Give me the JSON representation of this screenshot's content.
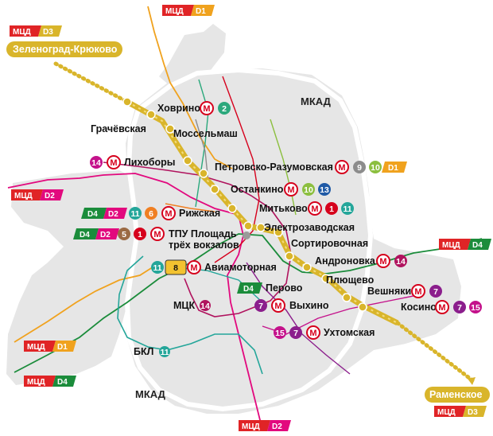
{
  "ring_road": "МКАД",
  "ring_road_south": "МКАД",
  "mcc": {
    "label": "МЦК",
    "num": "14"
  },
  "bkl": {
    "label": "БКЛ",
    "num": "11"
  },
  "terminal_north": "Зеленоград-Крюково",
  "terminal_south": "Раменское",
  "line_badges": [
    {
      "id": "d3-north",
      "mcd": "МЦД",
      "line": "D3"
    },
    {
      "id": "d1-top",
      "mcd": "МЦД",
      "line": "D1"
    },
    {
      "id": "d2-west",
      "mcd": "МЦД",
      "line": "D2"
    },
    {
      "id": "d4-east",
      "mcd": "МЦД",
      "line": "D4"
    },
    {
      "id": "d1-sw",
      "mcd": "МЦД",
      "line": "D1"
    },
    {
      "id": "d4-sw",
      "mcd": "МЦД",
      "line": "D4"
    },
    {
      "id": "d2-south",
      "mcd": "МЦД",
      "line": "D2"
    },
    {
      "id": "d3-south",
      "mcd": "МЦД",
      "line": "D3"
    }
  ],
  "stations": {
    "khovrino": "Ховрино",
    "grachevskaya": "Грачёвская",
    "mosselmash": "Моссельмаш",
    "likhobory": "Лихоборы",
    "petrovsko": "Петровско-Разумовская",
    "ostankino": "Останкино",
    "rizhskaya": "Рижская",
    "mitkovo": "Митьково",
    "elektrozavodskaya": "Электрозаводская",
    "tpu1": "ТПУ Площадь",
    "tpu2": "трёх вокзалов",
    "sortirovochnaya": "Сортировочная",
    "aviamotornaya": "Авиамоторная",
    "andronovka": "Андроновка",
    "plyushchevo": "Плющево",
    "perovo": "Перово",
    "veshnyaki": "Вешняки",
    "vykhino": "Выхино",
    "kosino": "Косино",
    "ukhtomskaya": "Ухтомская"
  },
  "transfers": {
    "khovrino": [
      "2"
    ],
    "likhobory": [
      "14"
    ],
    "petrovsko": [
      "9",
      "10",
      "D1"
    ],
    "ostankino": [
      "10",
      "13"
    ],
    "mitkovo": [
      "1",
      "11"
    ],
    "rizhskaya": [
      "D4",
      "D2",
      "11",
      "6"
    ],
    "tpu": [
      "D4",
      "D2",
      "5",
      "1"
    ],
    "aviamotornaya": [
      "11",
      "8"
    ],
    "andronovka": [
      "14"
    ],
    "perovo": [
      "D4"
    ],
    "veshnyaki": [
      "7"
    ],
    "vykhino": [
      "7"
    ],
    "kosino": [
      "7",
      "15"
    ],
    "ukhtomskaya": [
      "15",
      "7"
    ]
  },
  "metro_symbol": "М",
  "colors": {
    "d3": "#d9b52b",
    "d1": "#f0a21e",
    "d2": "#e2097e",
    "d4": "#1b8c3b",
    "mcd_red": "#e02426",
    "metro_red": "#d6001c",
    "city_fill": "#e6e6e6",
    "l1": "#d6001c",
    "l2": "#2ba87c",
    "l5": "#9b6a44",
    "l6": "#f07f22",
    "l7": "#8b1e8c",
    "l8": "#f2c230",
    "l9": "#8c8c8c",
    "l10": "#8cbf3f",
    "l11": "#24a69a",
    "l13": "#1f5aa6",
    "l14": "#b0135e",
    "l15": "#c4128b"
  }
}
